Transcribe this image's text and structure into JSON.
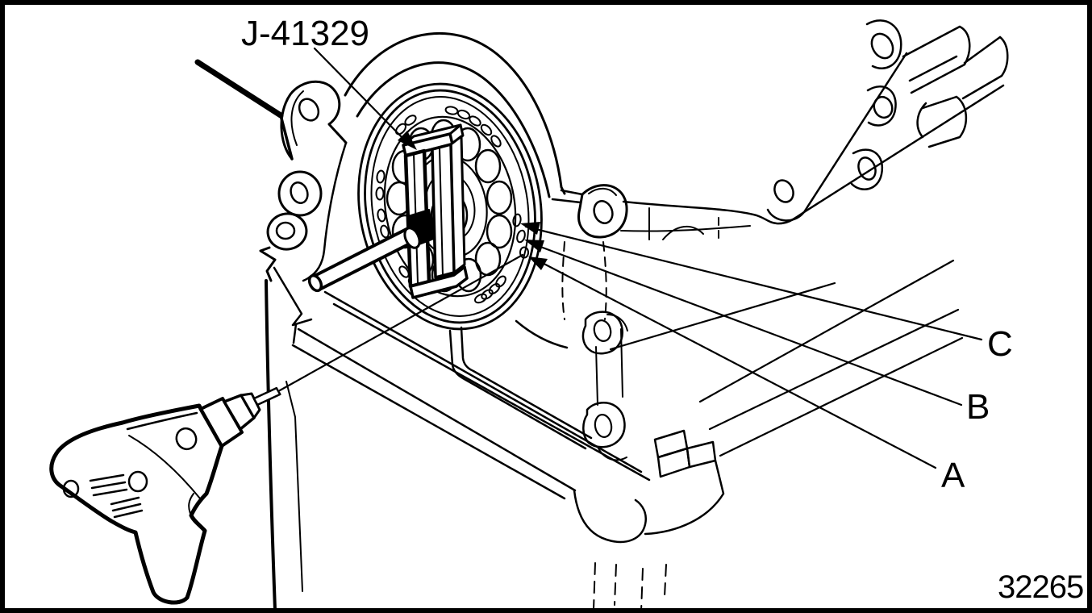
{
  "figure": {
    "tool_callout": {
      "label": "J-41329"
    },
    "callouts": {
      "a": "A",
      "b": "B",
      "c": "C"
    },
    "figure_number": "32265"
  },
  "colors": {
    "line": "#000000",
    "background": "#ffffff"
  }
}
